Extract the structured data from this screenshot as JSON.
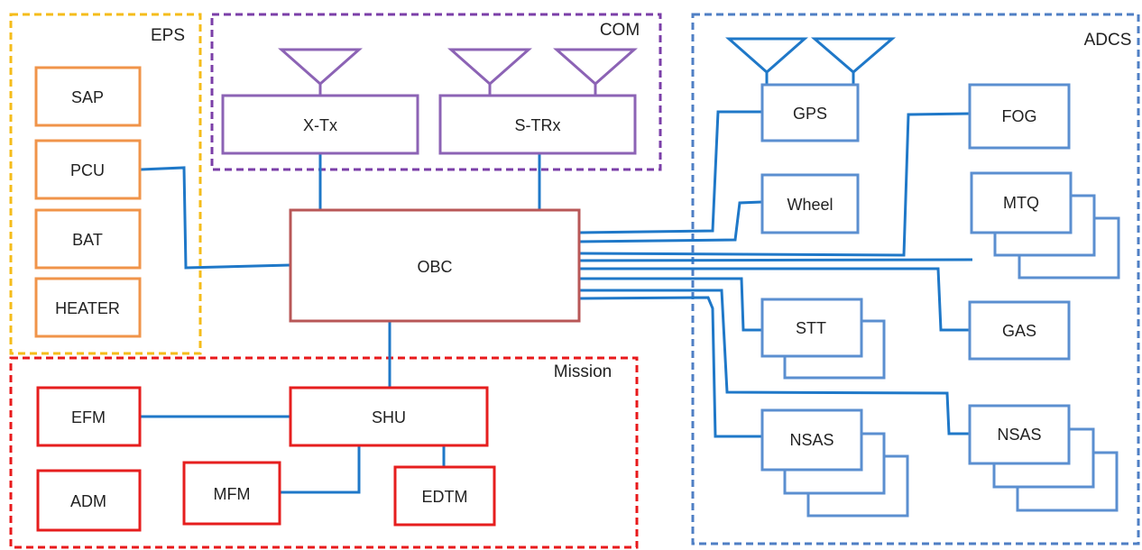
{
  "groups": {
    "eps": "EPS",
    "com": "COM",
    "adcs": "ADCS",
    "mission": "Mission"
  },
  "blocks": {
    "sap": "SAP",
    "pcu": "PCU",
    "bat": "BAT",
    "heater": "HEATER",
    "xtx": "X-Tx",
    "strx": "S-TRx",
    "obc": "OBC",
    "gps": "GPS",
    "wheel": "Wheel",
    "fog": "FOG",
    "mtq": "MTQ",
    "stt": "STT",
    "gas": "GAS",
    "nsas1": "NSAS",
    "nsas2": "NSAS",
    "shu": "SHU",
    "efm": "EFM",
    "adm": "ADM",
    "mfm": "MFM",
    "edtm": "EDTM"
  },
  "colors": {
    "eps": "#f5bc1a",
    "com": "#7b3fa8",
    "adcs": "#4f7fc4",
    "mission": "#e8191b",
    "eps_block": "#f0944a",
    "com_block": "#8c63b5",
    "adcs_block": "#5b8fd0",
    "mission_block": "#e61e1e",
    "obc_block": "#b85757",
    "link": "#1f78c8"
  }
}
